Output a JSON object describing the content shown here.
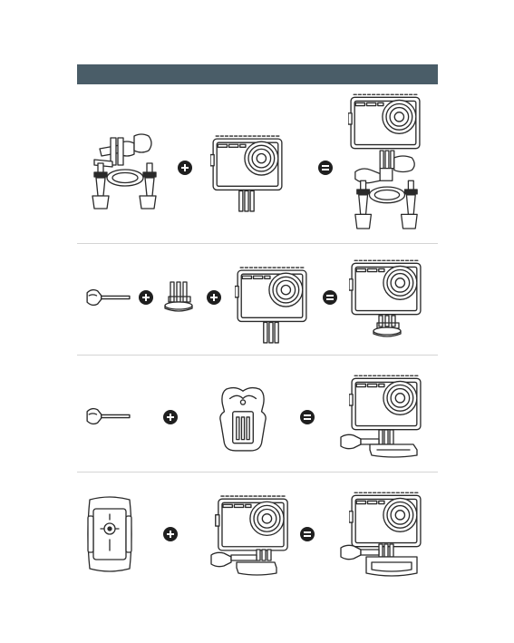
{
  "colors": {
    "header_bar": "#4a5d68",
    "operator": "#1f1f1f",
    "line_art": "#2a2a2a",
    "divider": "#d4d4d4"
  },
  "steps": [
    {
      "parts": [
        "handlebar-mount",
        "camera-waterproof-case"
      ],
      "result": "camera-on-handlebar-mount",
      "operators": [
        "plus",
        "equals"
      ]
    },
    {
      "parts": [
        "thumb-screw",
        "tripod-adapter",
        "camera-waterproof-case"
      ],
      "result": "camera-on-tripod-adapter",
      "operators": [
        "plus",
        "plus",
        "equals"
      ]
    },
    {
      "parts": [
        "thumb-screw",
        "quick-release-buckle"
      ],
      "result": "camera-on-buckle",
      "operators": [
        "plus",
        "equals"
      ]
    },
    {
      "parts": [
        "adhesive-mount",
        "camera-with-buckle"
      ],
      "result": "camera-on-adhesive-mount",
      "operators": [
        "plus",
        "equals"
      ]
    }
  ]
}
